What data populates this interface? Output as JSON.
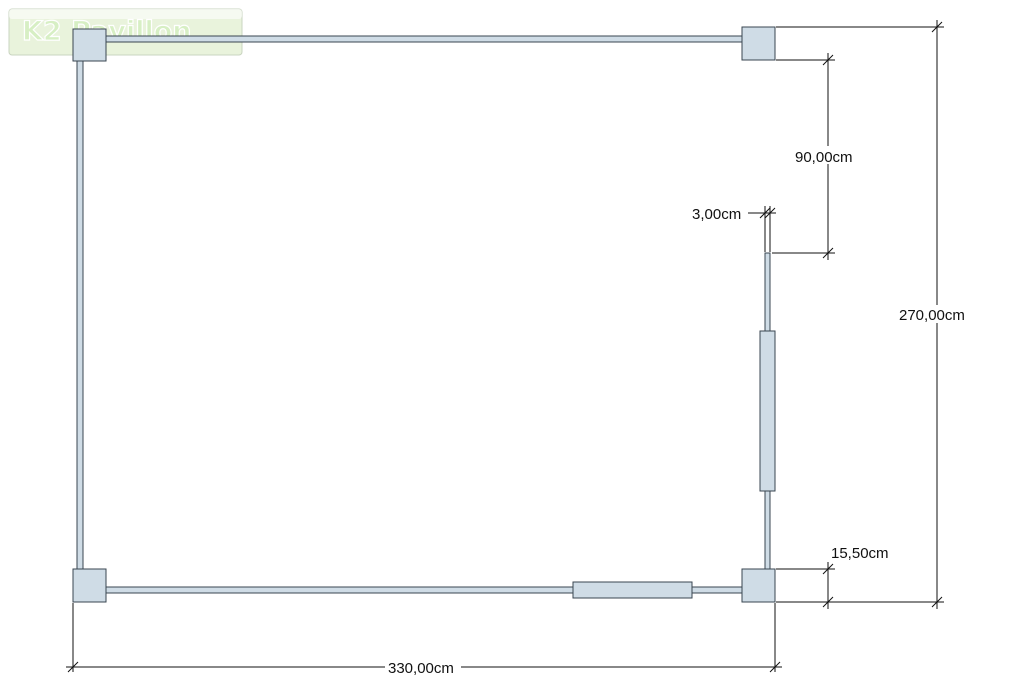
{
  "logo": {
    "text": "K2 Pavillon",
    "fill_color": "#d7efc4",
    "stroke_color": "#ffffff",
    "bg_color": "#e9f3dc"
  },
  "colors": {
    "post_fill": "#cfdce6",
    "beam_fill": "#cfdce6",
    "outline": "#3a4650",
    "dim_line": "#111111"
  },
  "dimensions": {
    "total_width": "330,00cm",
    "total_depth": "270,00cm",
    "door_offset": "90,00cm",
    "wall_thickness": "3,00cm",
    "post_size": "15,50cm"
  }
}
